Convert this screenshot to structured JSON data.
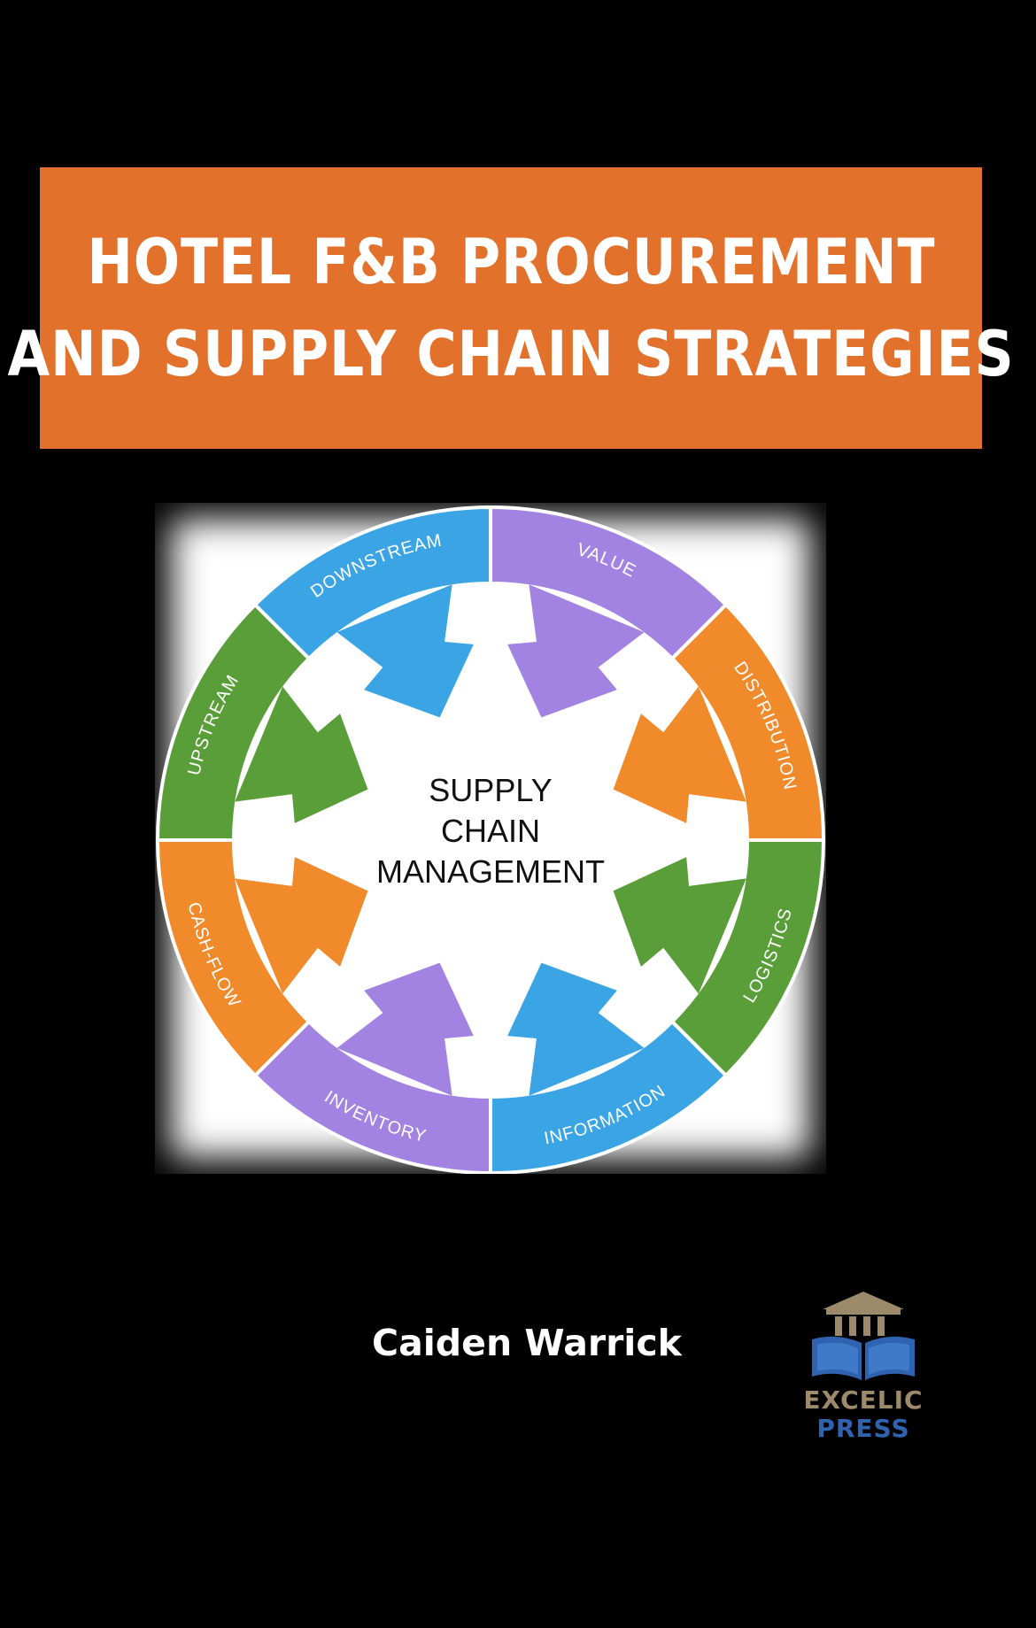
{
  "book": {
    "title_line1": "HOTEL F&B PROCUREMENT",
    "title_line2": "AND SUPPLY CHAIN STRATEGIES",
    "author": "Caiden Warrick"
  },
  "diagram": {
    "center_line1": "SUPPLY",
    "center_line2": "CHAIN",
    "center_line3": "MANAGEMENT",
    "segments": [
      {
        "label": "VALUE",
        "color": "#A283E2"
      },
      {
        "label": "DISTRIBUTION",
        "color": "#F08A2B"
      },
      {
        "label": "LOGISTICS",
        "color": "#5A9E3A"
      },
      {
        "label": "INFORMATION",
        "color": "#3AA4E4"
      },
      {
        "label": "INVENTORY",
        "color": "#A283E2"
      },
      {
        "label": "CASH-FLOW",
        "color": "#F08A2B"
      },
      {
        "label": "UPSTREAM",
        "color": "#5A9E3A"
      },
      {
        "label": "DOWNSTREAM",
        "color": "#3AA4E4"
      }
    ]
  },
  "publisher": {
    "name_line1": "EXCELIC",
    "name_line2": "PRESS",
    "color_top": "#9C8A6A",
    "color_bottom": "#2F63B0"
  },
  "colors": {
    "banner": "#E2712B",
    "background": "#000000"
  }
}
